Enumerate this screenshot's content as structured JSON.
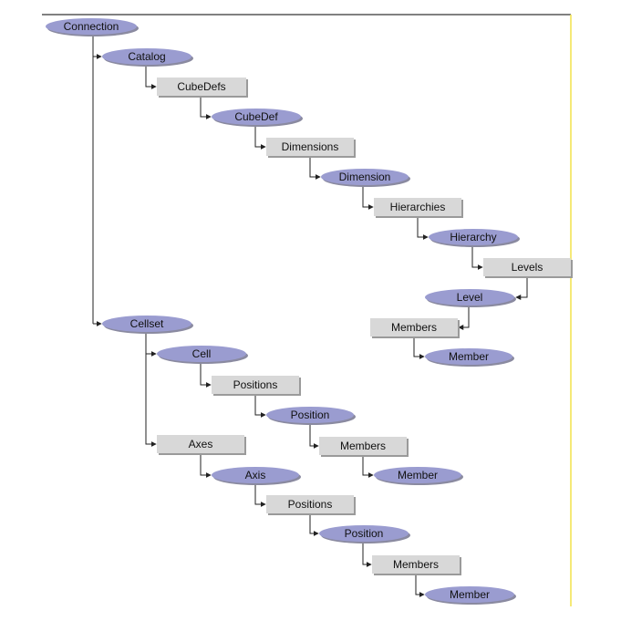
{
  "diagram": {
    "colors": {
      "object_fill": "#9a9cd0",
      "object_shadow": "#8a8aa0",
      "collection_fill": "#d8d8d8",
      "collection_shadow": "#9a9a9a",
      "connector": "#222222",
      "border_top": "#000000",
      "border_right": "#f2e24a"
    },
    "nodes": [
      {
        "id": "connection",
        "label": "Connection",
        "kind": "object"
      },
      {
        "id": "catalog",
        "label": "Catalog",
        "kind": "object"
      },
      {
        "id": "cubedefs",
        "label": "CubeDefs",
        "kind": "collection"
      },
      {
        "id": "cubedef",
        "label": "CubeDef",
        "kind": "object"
      },
      {
        "id": "dimensions",
        "label": "Dimensions",
        "kind": "collection"
      },
      {
        "id": "dimension",
        "label": "Dimension",
        "kind": "object"
      },
      {
        "id": "hierarchies",
        "label": "Hierarchies",
        "kind": "collection"
      },
      {
        "id": "hierarchy",
        "label": "Hierarchy",
        "kind": "object"
      },
      {
        "id": "levels",
        "label": "Levels",
        "kind": "collection"
      },
      {
        "id": "level",
        "label": "Level",
        "kind": "object"
      },
      {
        "id": "level-members",
        "label": "Members",
        "kind": "collection"
      },
      {
        "id": "level-member",
        "label": "Member",
        "kind": "object"
      },
      {
        "id": "cellset",
        "label": "Cellset",
        "kind": "object"
      },
      {
        "id": "cell",
        "label": "Cell",
        "kind": "object"
      },
      {
        "id": "cell-positions",
        "label": "Positions",
        "kind": "collection"
      },
      {
        "id": "cell-position",
        "label": "Position",
        "kind": "object"
      },
      {
        "id": "cell-members",
        "label": "Members",
        "kind": "collection"
      },
      {
        "id": "cell-member",
        "label": "Member",
        "kind": "object"
      },
      {
        "id": "axes",
        "label": "Axes",
        "kind": "collection"
      },
      {
        "id": "axis",
        "label": "Axis",
        "kind": "object"
      },
      {
        "id": "axis-positions",
        "label": "Positions",
        "kind": "collection"
      },
      {
        "id": "axis-position",
        "label": "Position",
        "kind": "object"
      },
      {
        "id": "axis-members",
        "label": "Members",
        "kind": "collection"
      },
      {
        "id": "axis-member",
        "label": "Member",
        "kind": "object"
      }
    ],
    "edges": [
      [
        "connection",
        "catalog"
      ],
      [
        "catalog",
        "cubedefs"
      ],
      [
        "cubedefs",
        "cubedef"
      ],
      [
        "cubedef",
        "dimensions"
      ],
      [
        "dimensions",
        "dimension"
      ],
      [
        "dimension",
        "hierarchies"
      ],
      [
        "hierarchies",
        "hierarchy"
      ],
      [
        "hierarchy",
        "levels"
      ],
      [
        "levels",
        "level"
      ],
      [
        "level",
        "level-members"
      ],
      [
        "level-members",
        "level-member"
      ],
      [
        "connection",
        "cellset"
      ],
      [
        "cellset",
        "cell"
      ],
      [
        "cell",
        "cell-positions"
      ],
      [
        "cell-positions",
        "cell-position"
      ],
      [
        "cell-position",
        "cell-members"
      ],
      [
        "cell-members",
        "cell-member"
      ],
      [
        "cellset",
        "axes"
      ],
      [
        "axes",
        "axis"
      ],
      [
        "axis",
        "axis-positions"
      ],
      [
        "axis-positions",
        "axis-position"
      ],
      [
        "axis-position",
        "axis-members"
      ],
      [
        "axis-members",
        "axis-member"
      ]
    ]
  }
}
